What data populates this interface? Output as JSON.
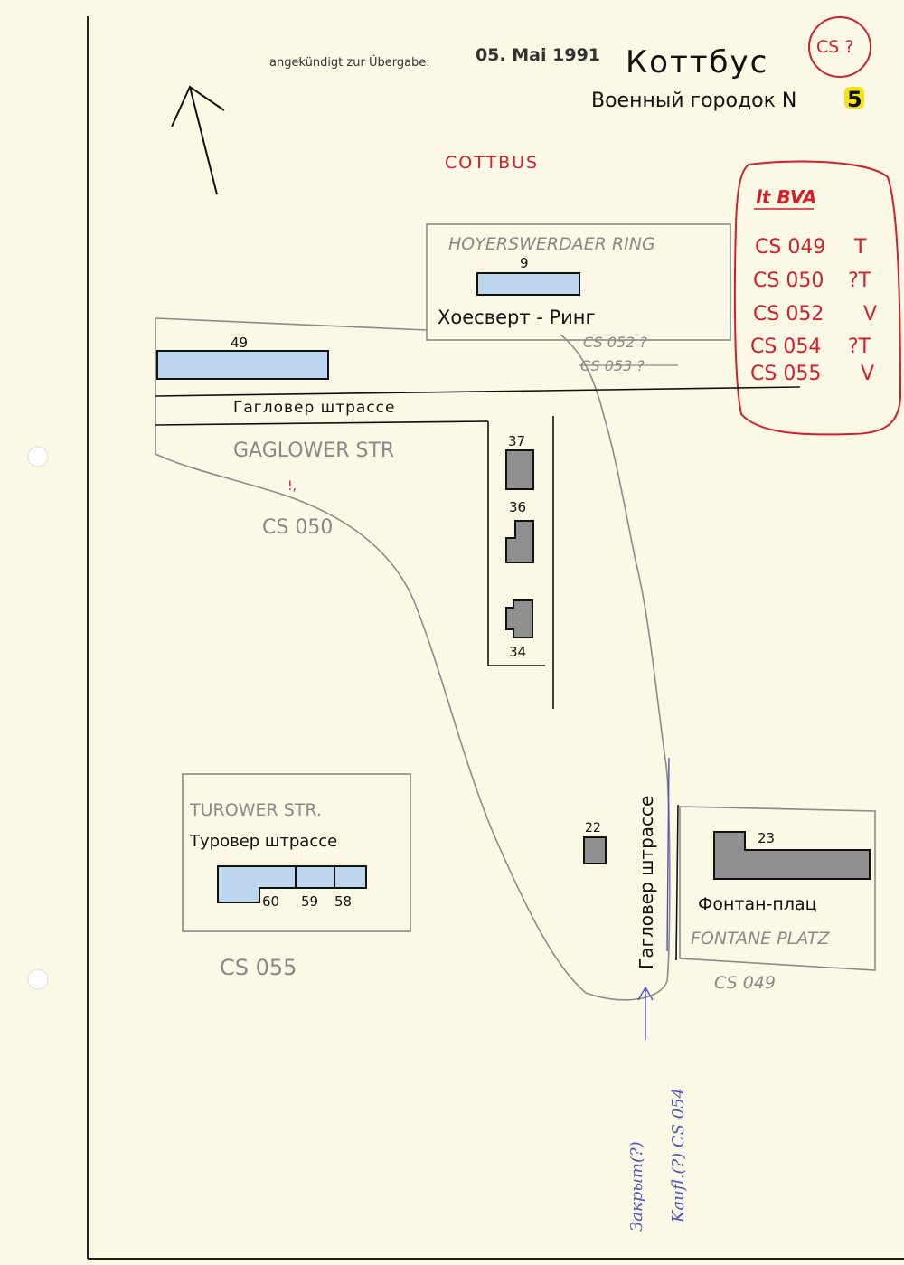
{
  "header": {
    "stamp_label": "angekündigt zur Übergabe:",
    "stamp_date": "05. Mai 1991",
    "city_ru": "Коттбус",
    "circle_code": "CS ?",
    "garrison": "Военный городок N",
    "garrison_number": "5",
    "city_de": "COTTBUS"
  },
  "legend": {
    "title": "lt BVA",
    "items": [
      {
        "code": "CS 049",
        "mark": "T"
      },
      {
        "code": "CS 050",
        "mark": "?T"
      },
      {
        "code": "CS 052",
        "mark": "V"
      },
      {
        "code": "CS 054",
        "mark": "?T"
      },
      {
        "code": "CS 055",
        "mark": "V"
      }
    ]
  },
  "streets": {
    "hoyerswerdaer_de": "HOYERSWERDAER RING",
    "hoyerswerdaer_ru": "Хоесверт - Ринг",
    "gaglower_ru": "Гагловер штрассе",
    "gaglower_de": "GAGLOWER STR",
    "gaglower_vertical_ru": "Гагловер штрассе",
    "turower_de": "TUROWER STR.",
    "turower_ru": "Туровер штрассе",
    "fontane_ru": "Фонтан-плац",
    "fontane_de": "FONTANE PLATZ"
  },
  "buildings": [
    {
      "id": "b9",
      "number": "9",
      "color": "#bcd6ee"
    },
    {
      "id": "b49",
      "number": "49",
      "color": "#bcd6ee"
    },
    {
      "id": "b37",
      "number": "37",
      "color": "#8f8f8f"
    },
    {
      "id": "b36",
      "number": "36",
      "color": "#8f8f8f"
    },
    {
      "id": "b34",
      "number": "34",
      "color": "#8f8f8f"
    },
    {
      "id": "b22",
      "number": "22",
      "color": "#8f8f8f"
    },
    {
      "id": "b23",
      "number": "23",
      "color": "#8f8f8f"
    },
    {
      "id": "b60",
      "number": "60",
      "color": "#bcd6ee"
    },
    {
      "id": "b59",
      "number": "59",
      "color": "#bcd6ee"
    },
    {
      "id": "b58",
      "number": "58",
      "color": "#bcd6ee"
    }
  ],
  "areas": {
    "cs050": "CS 050",
    "cs052": "CS 052 ?",
    "cs053": "CS 053 ?",
    "cs055": "CS 055",
    "cs049": "CS 049",
    "red_mark": "!,"
  },
  "annotation": {
    "line1": "Закрыт(?)",
    "line2": "Kaufl.(?) CS 054"
  },
  "colors": {
    "paper": "#fbf8e6",
    "ink": "#111111",
    "pencil": "#8a8a8a",
    "red": "#d11f2b",
    "blue_pen": "#4f55b8",
    "building_blue": "#bcd6ee",
    "building_grey": "#8f8f8f",
    "highlight": "#f5e21a"
  }
}
